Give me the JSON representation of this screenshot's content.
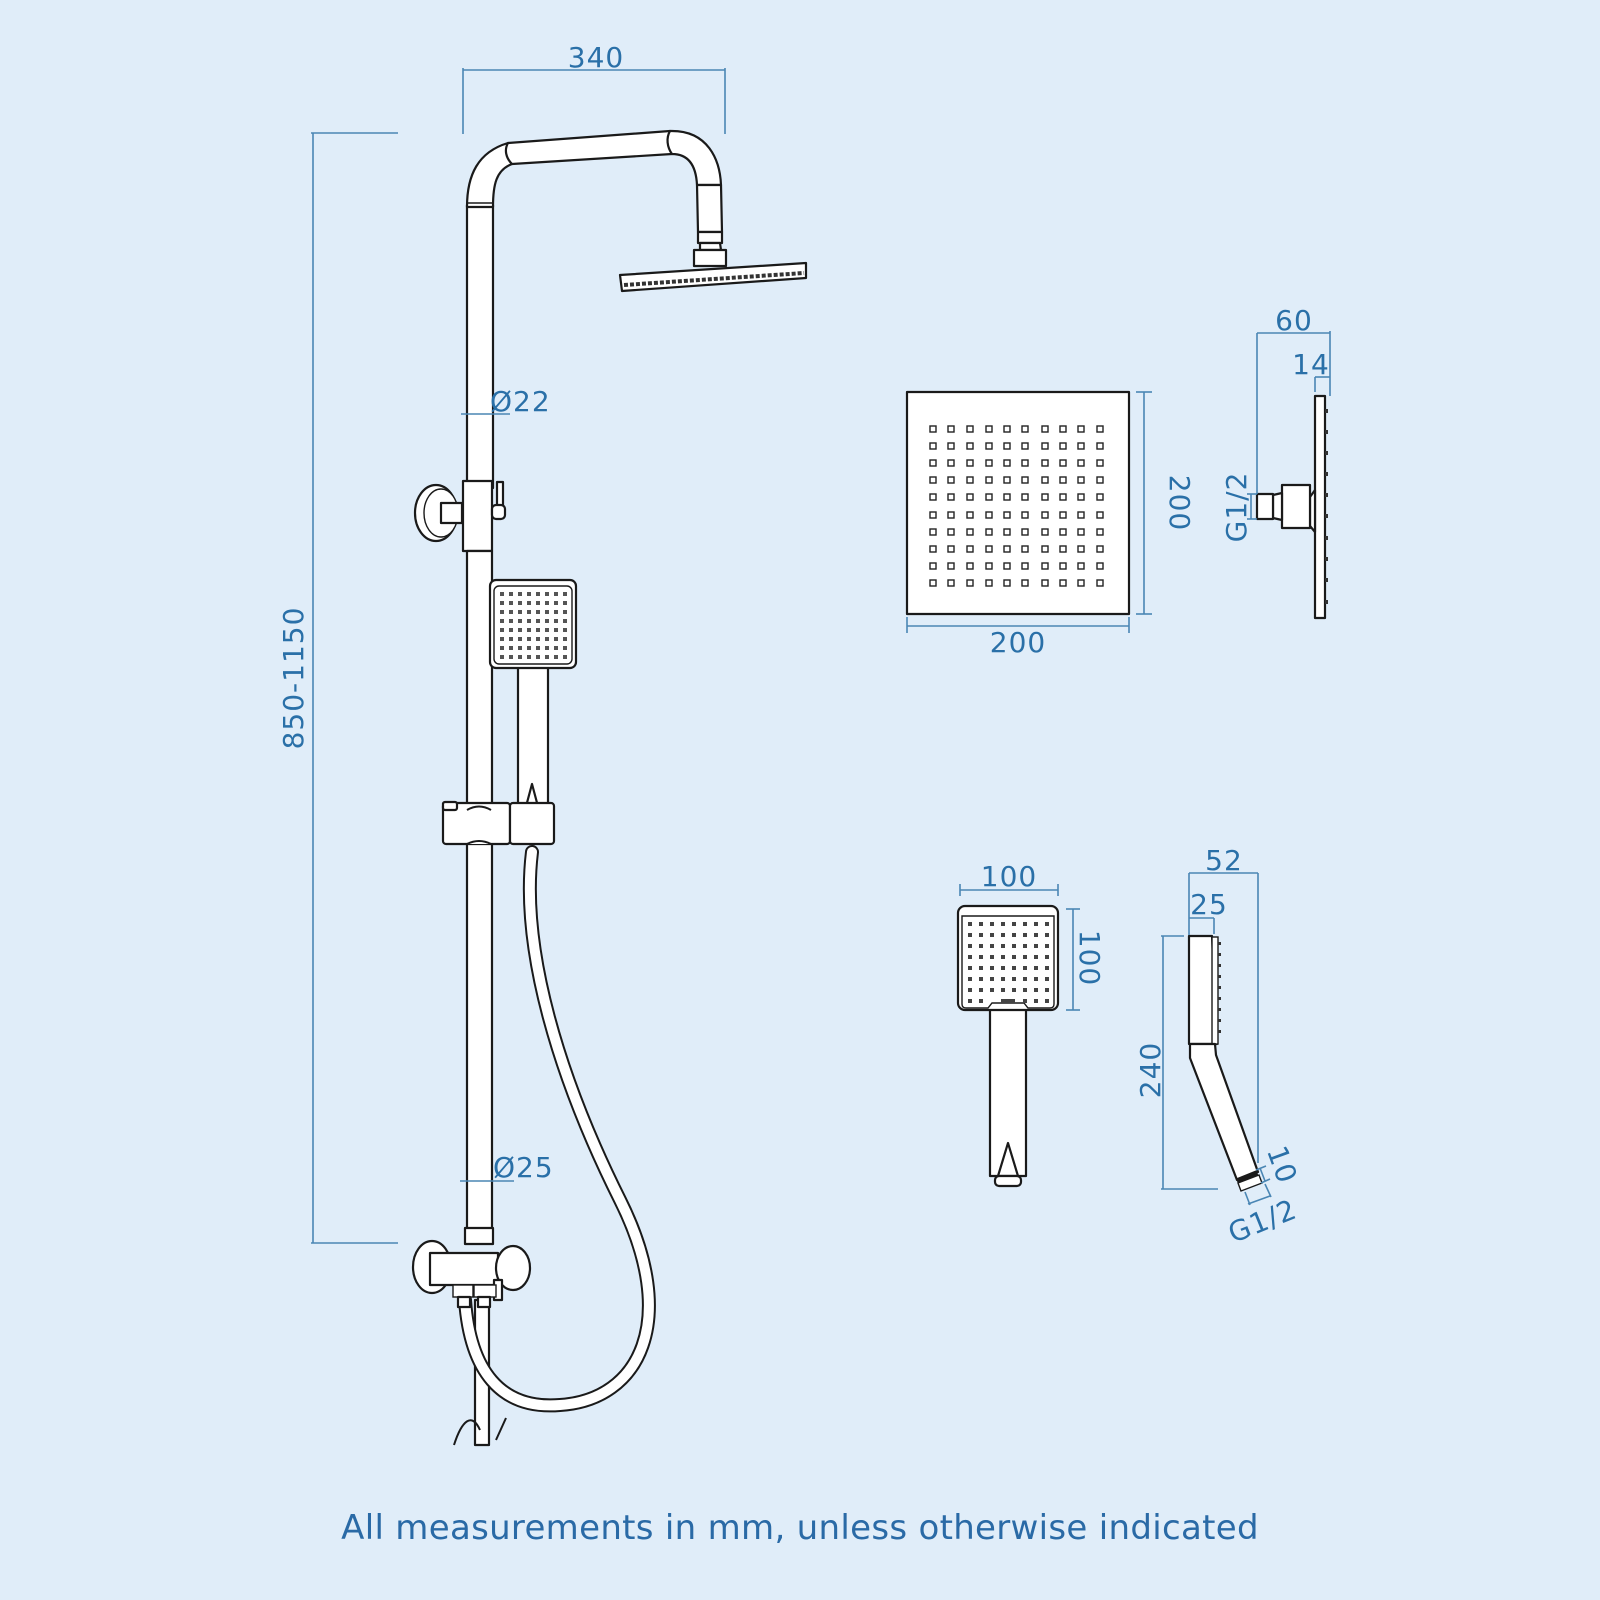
{
  "diagram": {
    "title": "Shower riser kit dimension drawing",
    "units_note": "All measurements in mm, unless otherwise indicated",
    "colors": {
      "background": "#e0edf9",
      "dimension": "#2a70a8",
      "outline": "#1a1a1a",
      "fill": "#ffffff"
    },
    "riser": {
      "arm_width": "340",
      "height_range": "850-1150",
      "upper_pipe_diameter": "Ø22",
      "lower_pipe_diameter": "Ø25"
    },
    "overhead_shower": {
      "front_width": "200",
      "front_height": "200",
      "side_depth": "60",
      "side_plate_thickness": "14",
      "side_thread": "G1/2"
    },
    "hand_shower": {
      "head_width": "100",
      "head_height": "100",
      "side_depth": "52",
      "side_head_thickness": "25",
      "side_length": "240",
      "thread_length": "10",
      "thread": "G1/2"
    }
  }
}
